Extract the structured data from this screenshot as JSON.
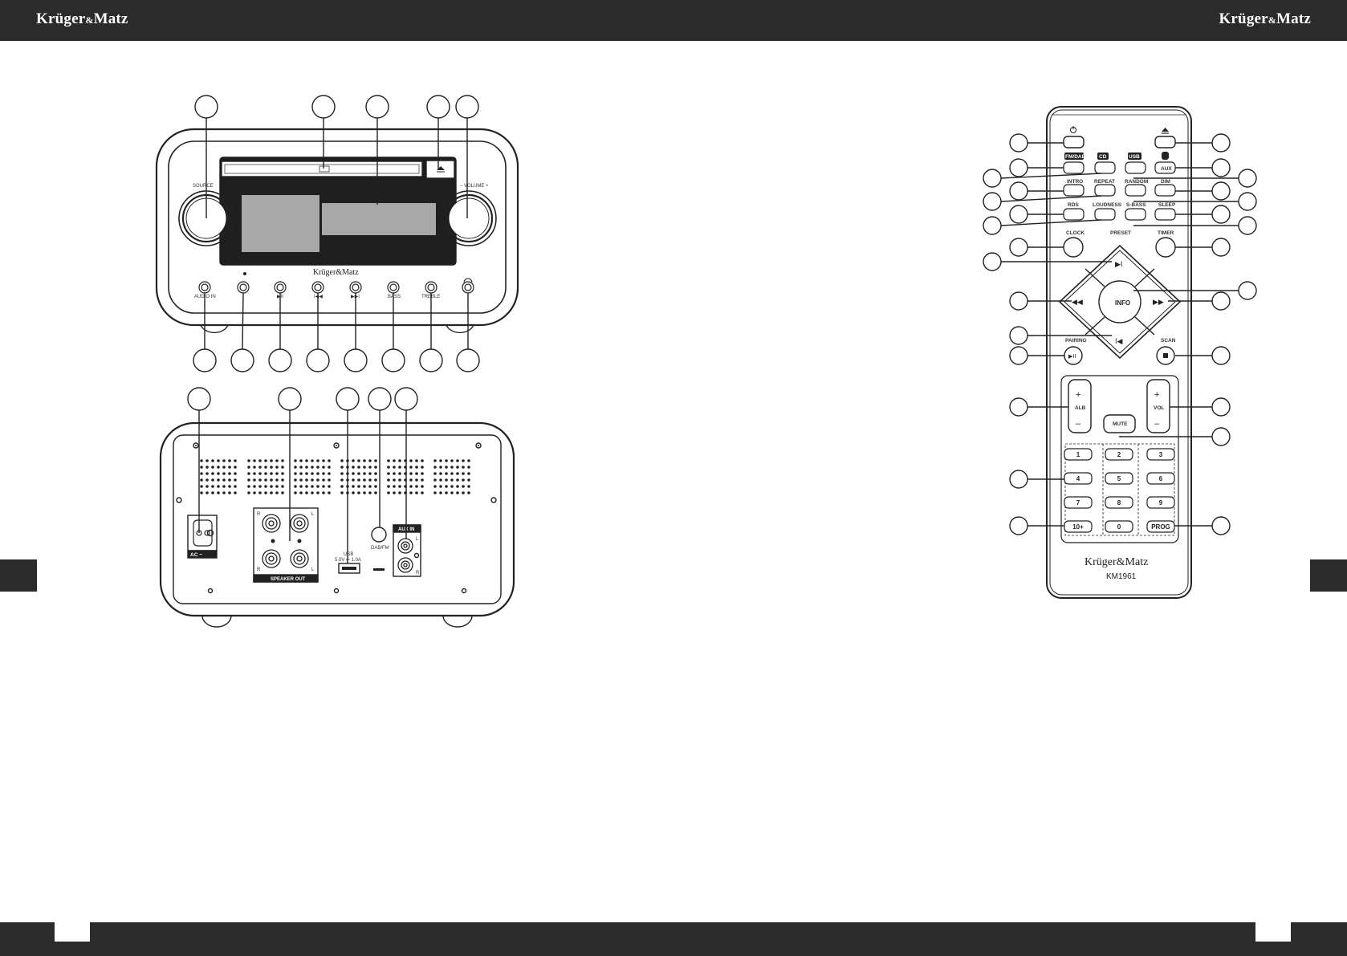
{
  "header": {
    "brand_left": "Krüger",
    "brand_left_amp": "&",
    "brand_left_tail": "Matz",
    "brand_right": "Krüger",
    "brand_right_amp": "&",
    "brand_right_tail": "Matz"
  },
  "front_panel": {
    "source_label": "SOURCE",
    "volume_label": "– VOLUME +",
    "brand": "Krüger&Matz",
    "audio_in": "AUDIO IN",
    "bass": "BASS",
    "treble": "TREBLE"
  },
  "rear_panel": {
    "ac_label": "AC ~",
    "speaker_out": "SPEAKER OUT",
    "usb_label": "USB",
    "usb_spec": "5.0V ⎓ 1.0A",
    "dab_fm": "DAB/FM",
    "aux_in": "AUX IN",
    "r": "R",
    "l": "L"
  },
  "remote": {
    "brand": "Krüger&Matz",
    "model": "KM1961",
    "fm_dab": "FM/DAB",
    "cd": "CD",
    "usb": "USB",
    "aux": "AUX",
    "intro": "INTRO",
    "repeat": "REPEAT",
    "random": "RANDOM",
    "dim": "DIM",
    "rds": "RDS",
    "loudness": "LOUDNESS",
    "sbass": "S-BASS",
    "sleep": "SLEEP",
    "clock": "CLOCK",
    "preset": "PRESET",
    "timer": "TIMER",
    "info": "INFO",
    "pairing": "PAIRING",
    "scan": "SCAN",
    "alb": "ALB",
    "vol": "VOL",
    "mute": "MUTE",
    "plus": "+",
    "minus": "–",
    "keys": [
      "1",
      "2",
      "3",
      "4",
      "5",
      "6",
      "7",
      "8",
      "9",
      "10+",
      "0",
      "PROG"
    ]
  },
  "icons": {
    "power": "power-icon",
    "eject": "eject-icon",
    "bluetooth": "bluetooth-icon",
    "play_pause": "play-pause-icon",
    "prev": "rewind-icon",
    "next": "fast-forward-icon",
    "stop": "stop-icon",
    "headphones": "headphones-icon"
  }
}
